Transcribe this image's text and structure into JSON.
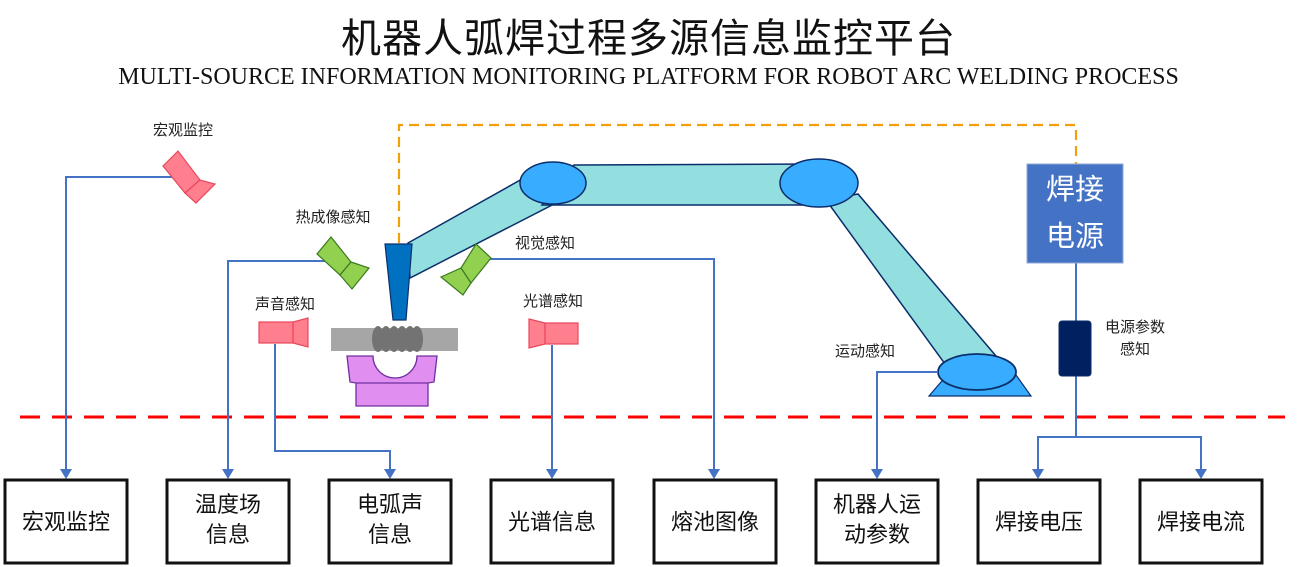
{
  "header": {
    "title_zh": "机器人弧焊过程多源信息监控平台",
    "title_en": "MULTI-SOURCE INFORMATION MONITORING PLATFORM FOR ROBOT ARC WELDING PROCESS"
  },
  "sensors": {
    "macro": "宏观监控",
    "thermal": "热成像感知",
    "sound": "声音感知",
    "vision": "视觉感知",
    "spectrum": "光谱感知",
    "motion": "运动感知",
    "power_param_line1": "电源参数",
    "power_param_line2": "感知"
  },
  "power_source": {
    "line1": "焊接",
    "line2": "电源"
  },
  "outputs": [
    {
      "lines": [
        "宏观监控"
      ]
    },
    {
      "lines": [
        "温度场",
        "信息"
      ]
    },
    {
      "lines": [
        "电弧声",
        "信息"
      ]
    },
    {
      "lines": [
        "光谱信息"
      ]
    },
    {
      "lines": [
        "熔池图像"
      ]
    },
    {
      "lines": [
        "机器人运",
        "动参数"
      ]
    },
    {
      "lines": [
        "焊接电压"
      ]
    },
    {
      "lines": [
        "焊接电流"
      ]
    }
  ],
  "colors": {
    "connector": "#4472c4",
    "divider": "#ff0000",
    "control_link": "#f59e0b",
    "arm": "#93dfdf",
    "joint": "#38acff",
    "torch": "#0070c0",
    "camera_red": "#ff7f8e",
    "camera_green": "#92d050",
    "fixture": "#e08ef0",
    "power_box": "#4472c4",
    "power_sensor": "#002060"
  }
}
